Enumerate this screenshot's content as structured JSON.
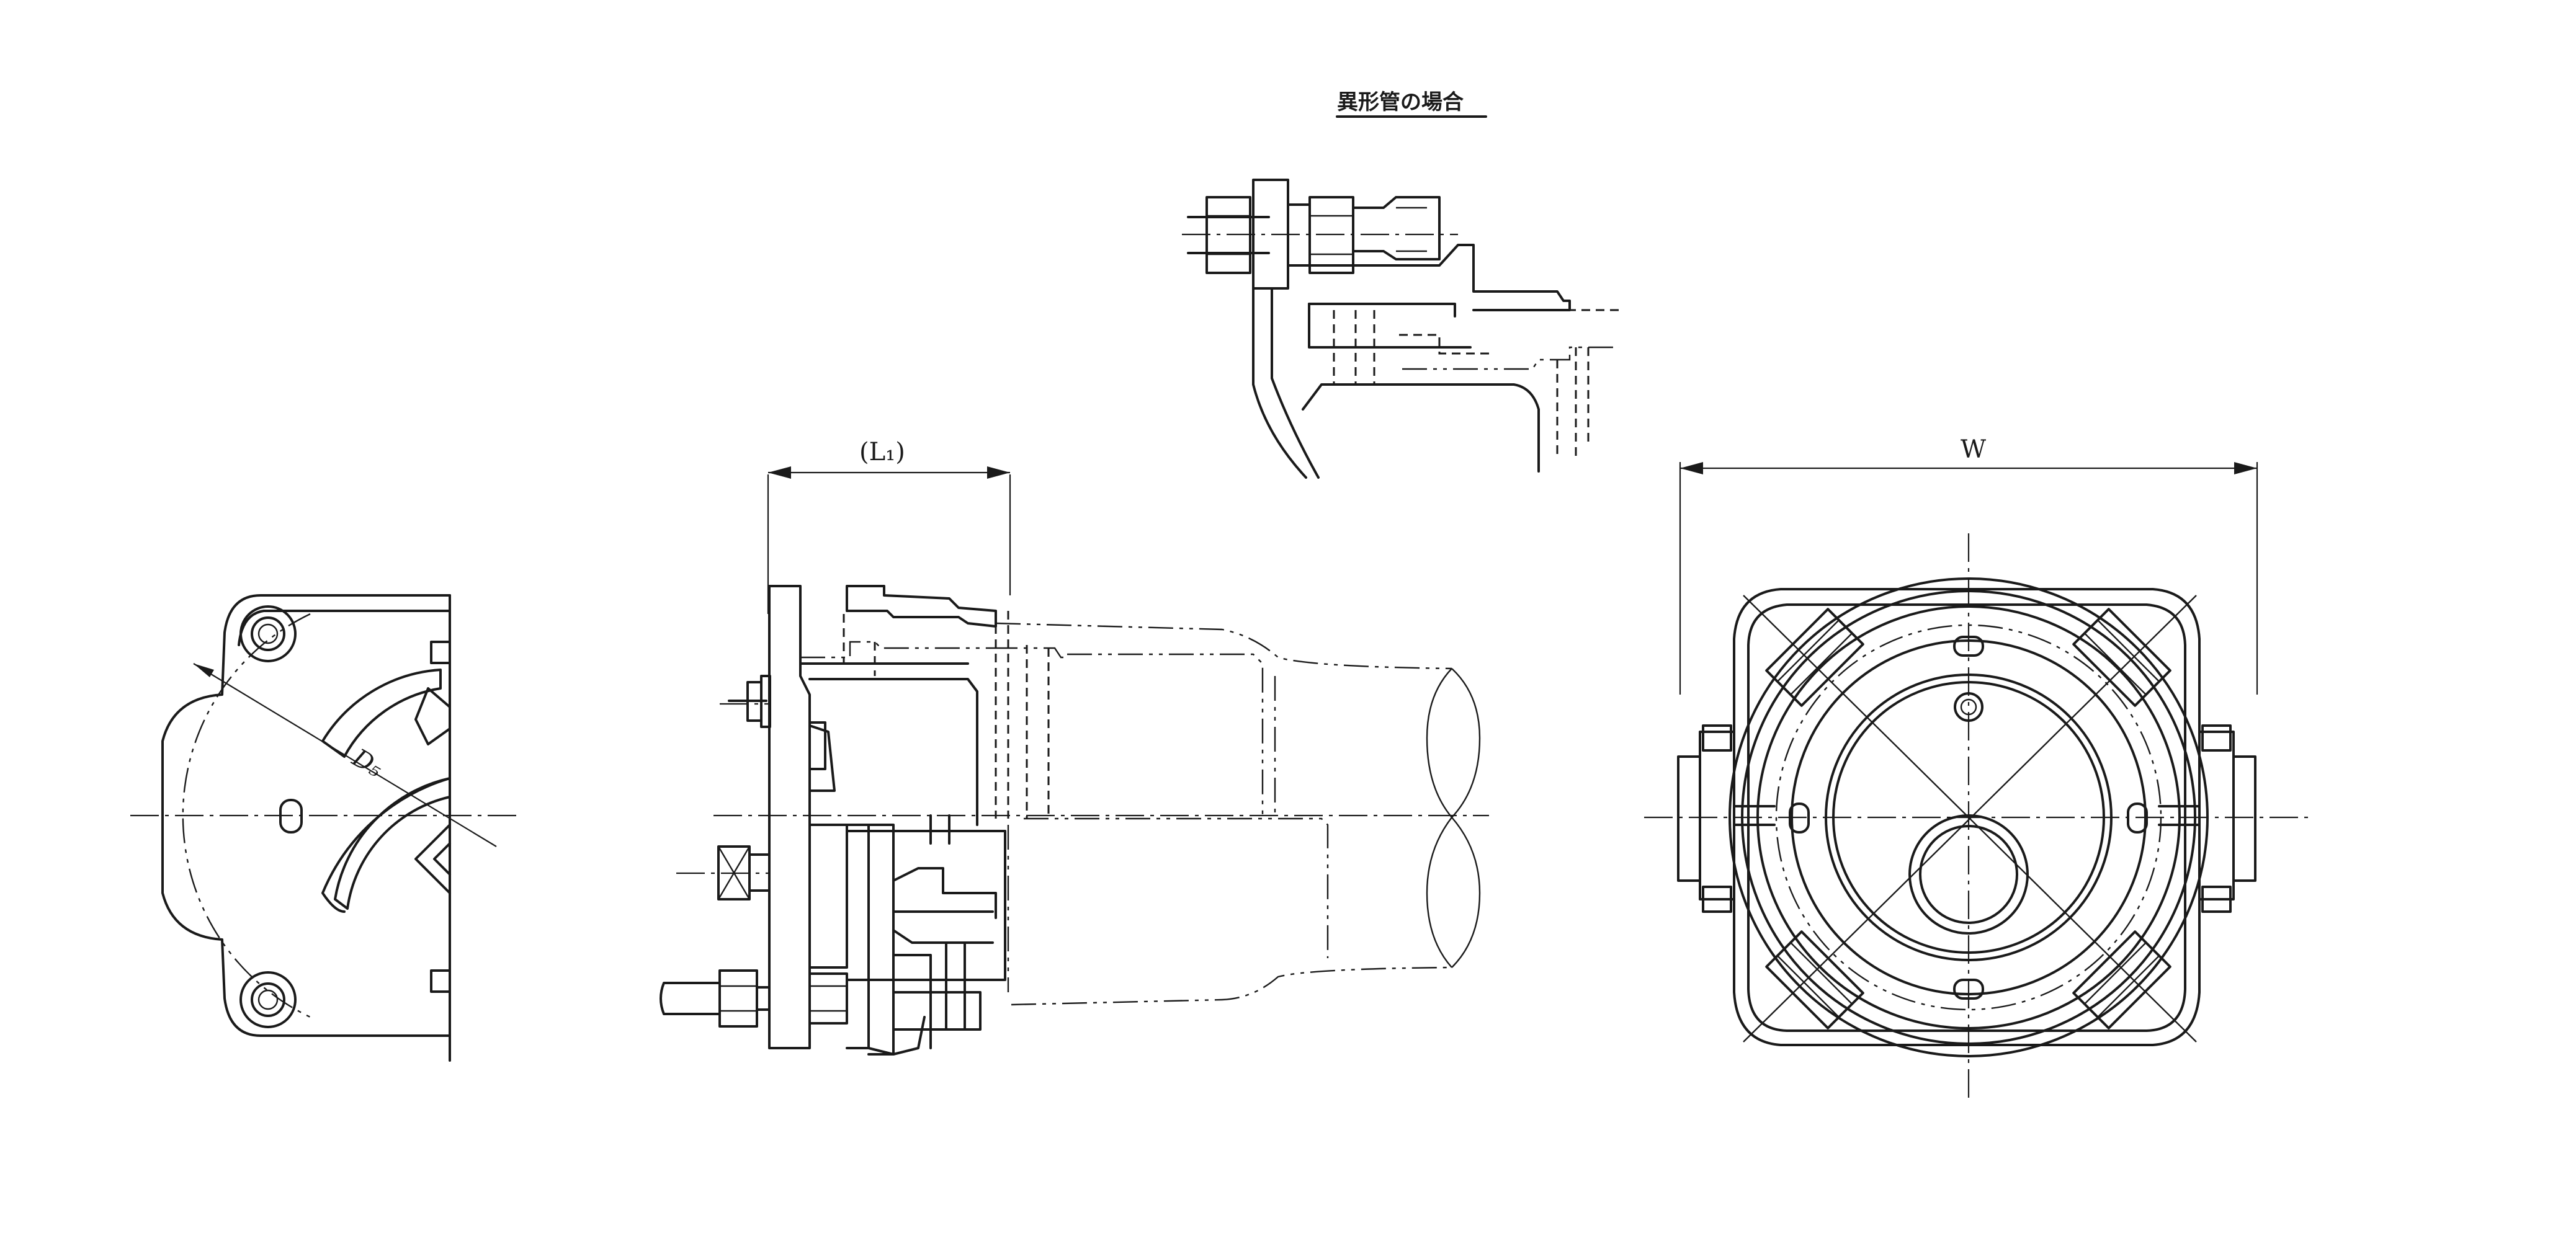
{
  "inset": {
    "title": "異形管の場合"
  },
  "dimensions": {
    "l1_label": "(L₁)",
    "w_label": "W",
    "d5_label": "D₅"
  }
}
